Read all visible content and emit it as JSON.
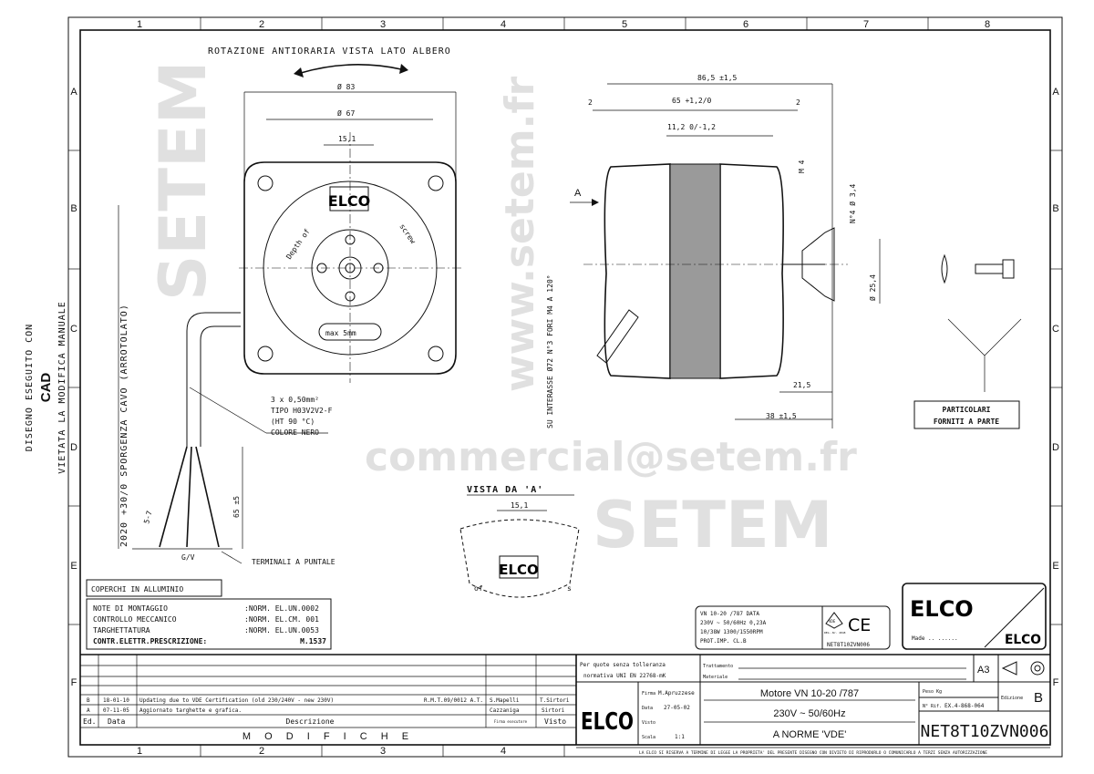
{
  "frame": {
    "columns": [
      "1",
      "2",
      "3",
      "4",
      "5",
      "6",
      "7",
      "8"
    ],
    "rows": [
      "A",
      "B",
      "C",
      "D",
      "E",
      "F"
    ],
    "side_note": [
      "DISEGNO ESEGUITO CON",
      "CAD",
      "VIETATA LA MODIFICA MANUALE"
    ]
  },
  "front_view": {
    "rotation_label": "ROTAZIONE ANTIORARIA VISTA LATO ALBERO",
    "dim_83": "Ø 83",
    "dim_67": "Ø 67",
    "dim_15_1": "15,1",
    "label_depth": "Depth of",
    "label_screw": "screw",
    "label_max": "max 5mm",
    "logo": "ELCO"
  },
  "cable": {
    "spec": [
      "3 x 0,50mm²",
      "TIPO H03V2V2-F",
      "(HT 90 °C)",
      "COLORE NERO"
    ],
    "length_label": "2020 +30/0  SPORGENZA CAVO (ARROTOLATO)",
    "strip_dim": "5-7",
    "lead_dim": "65 ±5",
    "ground_label": "G/V",
    "terminals_label": "TERMINALI A PUNTALE"
  },
  "side_view": {
    "dim_86_5": "86,5 ±1,5",
    "dim_65": "65 +1,2/0",
    "dim_2_left": "2",
    "dim_2_right": "2",
    "dim_11_2": "11,2 0/-1,2",
    "dim_m4": "M 4",
    "dim_holes": "N°4 Ø 3,4",
    "dim_25_4": "Ø 25,4",
    "dim_21_5": "21,5",
    "dim_38": "38 ±1,5",
    "arrow_a": "A",
    "mount_note": "SU INTERASSE Ø72 N°3 FORI M4 A 120°"
  },
  "parts": {
    "label": [
      "PARTICOLARI",
      "FORNITI A PARTE"
    ]
  },
  "view_a": {
    "title": "VISTA DA 'A'",
    "dim": "15,1",
    "label_of": "of",
    "label_s": "s"
  },
  "notes": {
    "covers": "COPERCHI IN ALLUMINIO",
    "rows": [
      {
        "label": "NOTE DI MONTAGGIO",
        "value": ":NORM. EL.UN.0002"
      },
      {
        "label": "CONTROLLO MECCANICO",
        "value": ":NORM. EL.CM. 001"
      },
      {
        "label": "TARGHETTATURA",
        "value": ":NORM. EL.UN.0053"
      },
      {
        "label": "CONTR.ELETTR.PRESCRIZIONE:",
        "value": "M.1537"
      }
    ]
  },
  "nameplate": {
    "lines": [
      "VN 10-20    /787      DATA",
      "230V ~ 50/60Hz   0,23A",
      "10/38W  1300/1550RPM",
      "PROT.IMP.  CL.B"
    ],
    "vde": "VDE",
    "vde_reg": "REG.-Nr. 4848",
    "ce": "CE",
    "code": "NET8T10ZVN006"
  },
  "brand_box": {
    "logo": "ELCO",
    "made": "Made .. ......"
  },
  "modifications": {
    "rows": [
      {
        "ed": "B",
        "date": "18-01-10",
        "desc": "Updating due to VDE Certification (old 230/240V - new 230V)",
        "ref": "R.M.T.09/0012 A.T.",
        "signed": "S.Mapelli",
        "checked": "T.Sirtori"
      },
      {
        "ed": "A",
        "date": "07-11-05",
        "desc": "Aggiornato targhette e grafica.",
        "ref": "",
        "signed": "Cazzaniga",
        "checked": "Sirtori"
      }
    ],
    "headers": {
      "ed": "Ed.",
      "date": "Data",
      "desc": "Descrizione",
      "signed": "Firma esecutore",
      "checked": "Visto"
    },
    "title": "M O D I F I C H E"
  },
  "title_block": {
    "tolerance": [
      "Per quote senza tolleranza",
      "normativa UNI EN 22768-mK"
    ],
    "trattamento": "Trattamento",
    "materiale": "Materiale",
    "format": "A3",
    "logo": "ELCO",
    "firma_label": "Firma",
    "firma": "M.Apruzzese",
    "data_label": "Data",
    "data": "27-05-02",
    "visto_label": "Visto",
    "scala_label": "Scala",
    "scala": "1:1",
    "title_lines": [
      "Motore VN 10-20 /787",
      "230V ~ 50/60Hz",
      "A NORME 'VDE'"
    ],
    "peso_label": "Peso Kg",
    "rif_label": "N° Rif.",
    "rif": "EX.4-868-064",
    "edizione_label": "Edizione",
    "edizione": "B",
    "code": "NET8T10ZVN006",
    "disclaimer": "LA ELCO SI RISERVA A TERMINE DI LEGGE LA PROPRIETA' DEL PRESENTE DISEGNO CON DIVIETO DI RIPRODURLO O COMUNICARLO A TERZI SENZA AUTORIZZAZIONE"
  },
  "watermark": {
    "brand": "SETEM",
    "site": "www.setem.fr",
    "email": "commercial@setem.fr"
  }
}
